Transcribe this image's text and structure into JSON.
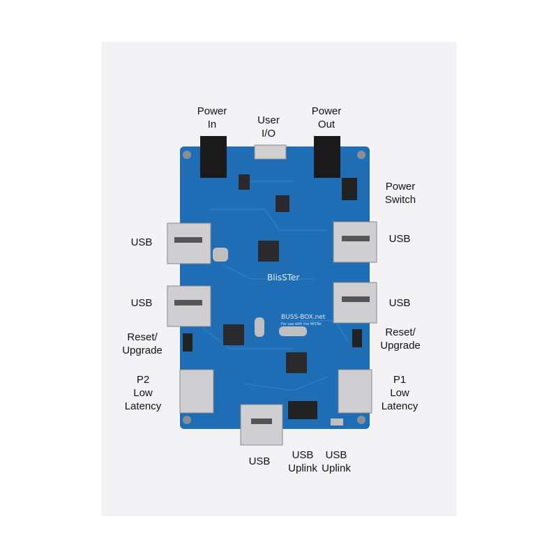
{
  "labels": {
    "power_in": "Power\nIn",
    "user_io": "User\nI/O",
    "power_out": "Power\nOut",
    "power_switch": "Power\nSwitch",
    "usb_left_top": "USB",
    "usb_right_top": "USB",
    "usb_left_mid": "USB",
    "usb_right_mid": "USB",
    "reset_left": "Reset/\nUpgrade",
    "reset_right": "Reset/\nUpgrade",
    "p2": "P2\nLow\nLatency",
    "p1": "P1\nLow\nLatency",
    "usb_bottom": "USB",
    "usb_uplink_1": "USB\nUplink",
    "usb_uplink_2": "USB\nUplink"
  },
  "board": {
    "silk_title": "BlisSTer",
    "silk_site": "BUSS-BOX.net",
    "silk_sub": "For use with the MiSTer",
    "pcb_color": "#1f6db5",
    "connector_color": "#c9c9cc"
  }
}
